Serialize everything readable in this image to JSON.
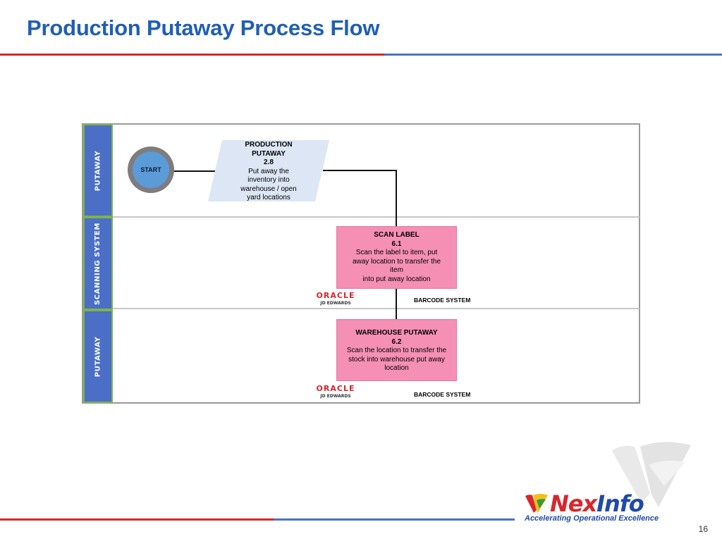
{
  "title": "Production Putaway Process Flow",
  "lanes": [
    {
      "label": "PUTAWAY"
    },
    {
      "label": "SCANNING SYSTEM"
    },
    {
      "label": "PUTAWAY"
    }
  ],
  "start": {
    "label": "START"
  },
  "steps": [
    {
      "name_line1": "PRODUCTION",
      "name_line2": "PUTAWAY",
      "number": "2.8",
      "desc_lines": [
        "Put away the",
        "inventory into",
        "warehouse / open",
        "yard locations"
      ]
    },
    {
      "name": "SCAN LABEL",
      "number": "6.1",
      "desc_lines": [
        "Scan the label to item, put",
        "away location to transfer the",
        "item",
        "into put away location"
      ],
      "system": "BARCODE SYSTEM"
    },
    {
      "name": "WAREHOUSE PUTAWAY",
      "number": "6.2",
      "desc_lines": [
        "Scan the location to transfer the",
        "stock into warehouse put away",
        "location"
      ],
      "system": "BARCODE SYSTEM"
    }
  ],
  "oracle_logo": {
    "brand": "ORACLE",
    "product": "JD EDWARDS"
  },
  "company": {
    "name_part1": "Nex",
    "name_part2": "Info",
    "tagline": "Accelerating Operational Excellence"
  },
  "page_number": "16",
  "colors": {
    "title": "#1f5fb5",
    "lane_label": "#4b6fc6",
    "step_box": "#f58fb4",
    "data_shape": "#dce6f4",
    "accent_red": "#d9262c"
  }
}
